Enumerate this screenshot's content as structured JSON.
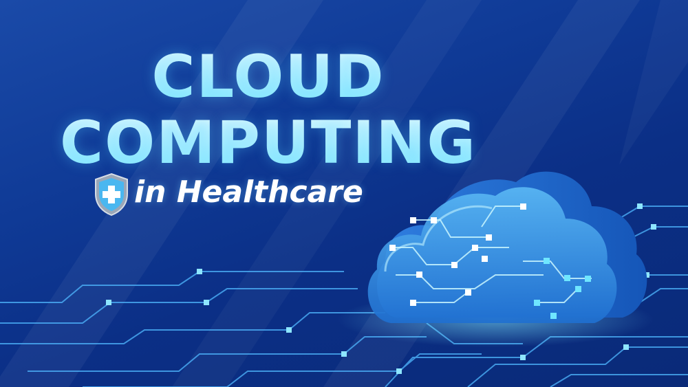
{
  "title": {
    "line1": "CLOUD",
    "line2": "COMPUTING",
    "subtitle": "in Healthcare"
  },
  "icons": {
    "badge": "medical-shield-icon",
    "graphic": "cloud-circuit-icon"
  },
  "colors": {
    "background": "#0f3a96",
    "title_top": "#e9fbff",
    "title_bottom": "#7ee7ff",
    "subtitle": "#ffffff",
    "cloud": "#3a8ee8",
    "circuit_glow": "#56d6ff"
  }
}
